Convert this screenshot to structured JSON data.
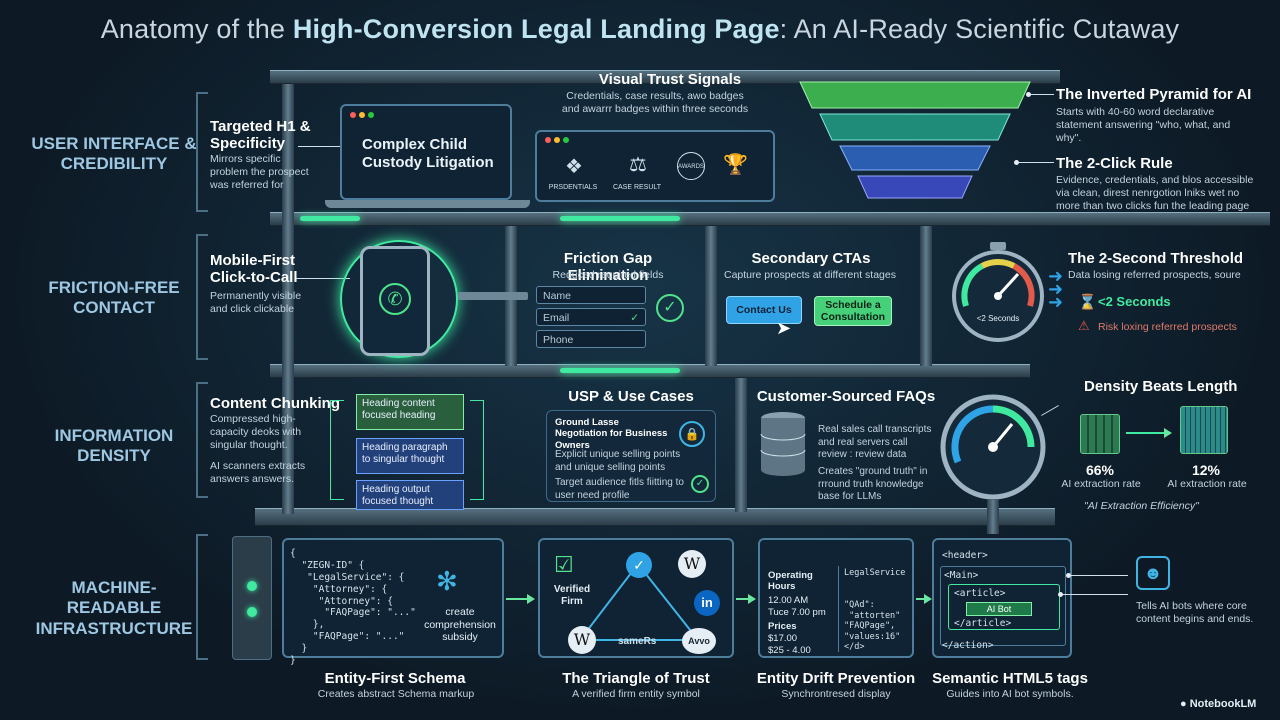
{
  "title": {
    "prefix": "Anatomy of the ",
    "bold": "High-Conversion Legal Landing Page",
    "suffix": ": An AI-Ready Scientific Cutaway"
  },
  "rows": [
    {
      "label": "USER INTERFACE & CREDIBILITY"
    },
    {
      "label": "FRICTION-FREE CONTACT"
    },
    {
      "label": "INFORMATION DENSITY"
    },
    {
      "label": "MACHINE-READABLE INFRASTRUCTURE"
    }
  ],
  "ui_row": {
    "h1": {
      "title": "Targeted H1 & Specificity",
      "desc": "Mirrors specific problem the prospect was referred for"
    },
    "laptop_text": "Complex Child Custody Litigation",
    "trust": {
      "title": "Visual Trust Signals",
      "desc": "Credentials, case results, awo badges and awarrr badges within three seconds",
      "badges": [
        "PRSDENTIALS",
        "CASE RESULT",
        "AWARDS",
        ""
      ]
    },
    "pyramid": {
      "title": "The Inverted Pyramid for AI",
      "desc": "Starts with 40-60 word declarative statement answering \"who, what, and why\"."
    },
    "two_click": {
      "title": "The 2-Click Rule",
      "desc": "Evidence, credentials, and blos accessible via clean, direst nenrgotion lniks wet no more than two clicks fun the leading page"
    }
  },
  "contact_row": {
    "mobile": {
      "title": "Mobile-First Click-to-Call",
      "desc": "Permanently visible and click clickable"
    },
    "friction": {
      "title": "Friction Gap Elimination",
      "desc": "Reduced required fields",
      "fields": [
        "Name",
        "Email",
        "Phone"
      ]
    },
    "secondary": {
      "title": "Secondary CTAs",
      "desc": "Capture prospects at different stages",
      "btn1": "Contact Us",
      "btn2": "Schedule a Consultation"
    },
    "threshold": {
      "title": "The 2-Second Threshold",
      "desc": "Data losing referred prospects, soure",
      "gauge": "<2 Seconds",
      "fast": "<2 Seconds",
      "risk": "Risk loxing referred prospects"
    }
  },
  "density_row": {
    "chunking": {
      "title": "Content Chunking",
      "desc": "Compressed high-capacity deoks with singular thought.",
      "desc2": "AI scanners extracts answers answers.",
      "blocks": [
        "Heading content focused heading",
        "Heading paragraph to singular thought",
        "Heading output focused thought"
      ]
    },
    "usp": {
      "title": "USP & Use Cases",
      "panel_title": "Ground Lasse Negotiation for Business Owners",
      "item1": "Explicit unique selling points and unique selling points",
      "item2": "Target audience fitls fiitting to user need profile"
    },
    "faqs": {
      "title": "Customer-Sourced FAQs",
      "desc": "Real sales call transcripts and real servers call review : review data",
      "desc2": "Creates \"ground truth\" in rrround truth knowledge base for LLMs"
    },
    "density": {
      "title": "Density Beats Length",
      "left_pct": "66%",
      "left_label": "AI extraction rate",
      "right_pct": "12%",
      "right_label": "AI extraction rate",
      "caption": "\"AI Extraction Efficiency\""
    }
  },
  "infra_row": {
    "schema": {
      "title": "Entity-First Schema",
      "desc": "Creates abstract Schema markup",
      "code": "{\n  \"ZEGN-ID\" {\n   \"LegalService\": {\n    \"Attorney\": {\n     \"Attorney\": {\n      \"FAQPage\": \"...\"\n    },\n    \"FAQPage\": \"...\"\n  }\n}",
      "side": "create comprehension subsidy"
    },
    "triangle": {
      "title": "The Triangle of Trust",
      "desc": "A verified firm entity symbol",
      "verified": "Verified Firm",
      "sameas": "sameRs",
      "avvo": "Avvo",
      "wiki": "W",
      "linkedin": "in"
    },
    "drift": {
      "title": "Entity Drift Prevention",
      "desc": "Synchrontresed display",
      "hours_label": "Operating Hours",
      "hours": "12.00 AM\nTuce 7.00 pm",
      "prices_label": "Prices",
      "prices": "$17.00\n$25 - 4.00",
      "code": "LegalService\n\n\n\"QAd\":\n \"attorten\"\n\"FAQPage\",\n\"values:16\"\n</d>"
    },
    "semantic": {
      "title": "Semantic HTML5 tags",
      "desc": "Guides into AI bot symbols.",
      "header": "<header>",
      "main": "<Main>",
      "article": "<article>",
      "bot": "AI Bot",
      "article_close": "</article>",
      "action": "</action>",
      "note": "Tells AI bots where core content begins and ends."
    }
  },
  "brand": "NotebookLM",
  "colors": {
    "accent_green": "#3fe9a0",
    "accent_blue": "#2fa3e6",
    "label_blue": "#9ec7e2",
    "background": "#0d1a26"
  }
}
